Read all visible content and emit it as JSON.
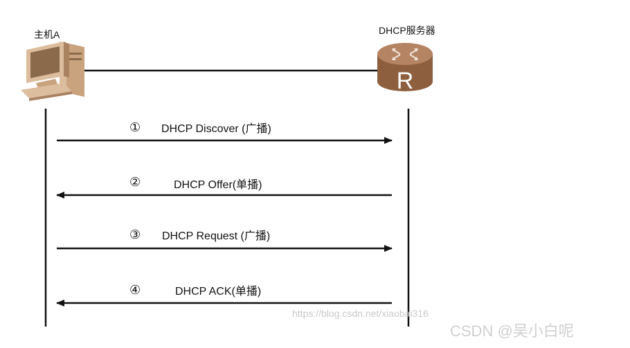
{
  "nodes": {
    "host": {
      "label": "主机A",
      "icon": "computer-icon"
    },
    "server": {
      "label": "DHCP服务器",
      "icon": "router-icon",
      "icon_text": "R"
    }
  },
  "messages": [
    {
      "step": "①",
      "label": "DHCP Discover (广播)",
      "direction": "host-to-server"
    },
    {
      "step": "②",
      "label": "DHCP Offer(单播)",
      "direction": "server-to-host"
    },
    {
      "step": "③",
      "label": "DHCP Request (广播)",
      "direction": "host-to-server"
    },
    {
      "step": "④",
      "label": "DHCP ACK(单播)",
      "direction": "server-to-host"
    }
  ],
  "watermark": {
    "url": "https://blog.csdn.net/xiaobai316",
    "brand": "CSDN @吴小白呢"
  },
  "colors": {
    "line": "#111111",
    "computer_body": "#c9a27e",
    "computer_dark": "#8b6a4c",
    "router_top": "#b48463",
    "router_body": "#8e5f3f"
  }
}
